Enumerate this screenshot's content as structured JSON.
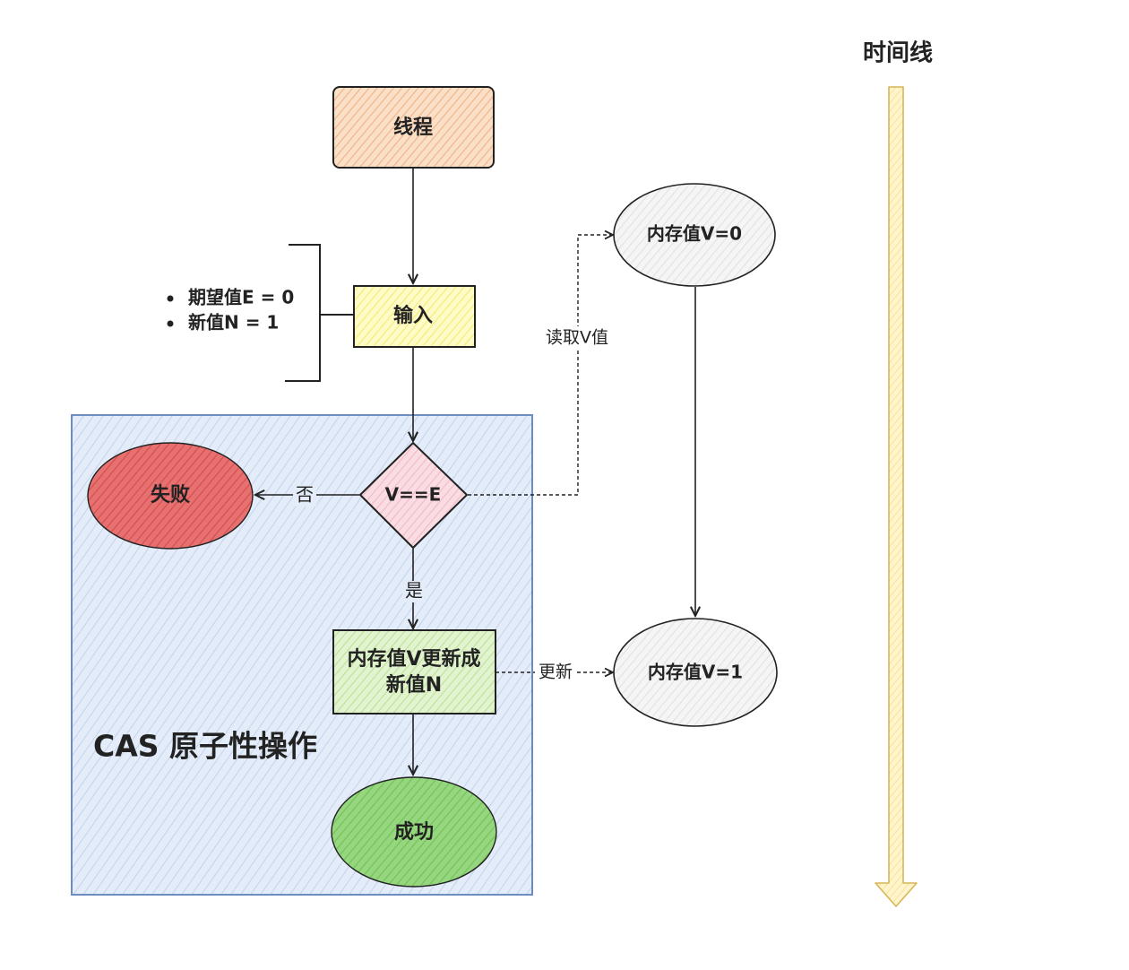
{
  "timeline": {
    "label": "时间线"
  },
  "nodes": {
    "thread": "线程",
    "input": "输入",
    "compare": "V==E",
    "fail": "失败",
    "update_line1": "内存值V更新成",
    "update_line2": "新值N",
    "success": "成功",
    "mem_v0": "内存值V=0",
    "mem_v1": "内存值V=1"
  },
  "input_params": [
    "期望值E = 0",
    "新值N = 1"
  ],
  "edge_labels": {
    "no": "否",
    "yes": "是",
    "read_v": "读取V值",
    "update": "更新"
  },
  "cas_box": {
    "title": "CAS 原子性操作"
  },
  "colors": {
    "thread_fill": "#f8cca8",
    "input_fill": "#fffca0",
    "compare_fill": "#f8d0d8",
    "fail_fill": "#e06060",
    "update_fill": "#d4eebb",
    "success_fill": "#88d070",
    "memory_fill": "#f0f0f0",
    "cas_fill": "#dae6f5",
    "cas_border": "#6c8ebf",
    "timeline_fill": "#fff2c4",
    "timeline_border": "#d6b656"
  }
}
